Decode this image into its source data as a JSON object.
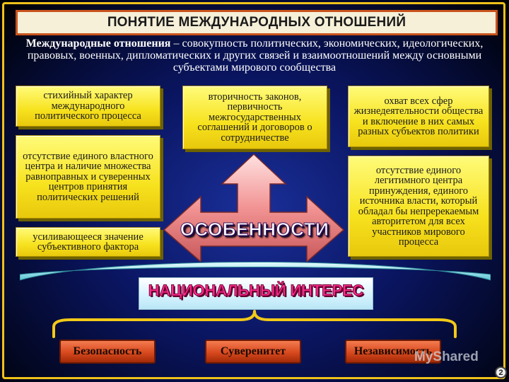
{
  "slide": {
    "title": "ПОНЯТИЕ МЕЖДУНАРОДНЫХ ОТНОШЕНИЙ",
    "definition_term": "Международные отношения",
    "definition_dash": " – ",
    "definition_body": "совокупность политических, экономических, идеологических, правовых, военных, дипломатических и других связей и взаимоотношений между основными субъектами мирового сообщества"
  },
  "features": {
    "left": [
      "стихийный характер международного политического процесса",
      "отсутствие единого властного центра и наличие множества равноправных и суверенных центров принятия политических решений",
      "усиливающееся значение субъективного фактора"
    ],
    "center": "вторичность законов, первичность межгосударственных соглашений и договоров о сотрудничестве",
    "right": [
      "охват всех сфер жизнедеятельности общества и включение в них самых разных субъектов политики",
      "отсутствие единого легитимного центра принуждения, единого источника власти, который обладал бы непререкаемым авторитетом для всех участников мирового процесса"
    ],
    "center_label": "ОСОБЕННОСТИ"
  },
  "national_interest": {
    "label": "НАЦИОНАЛЬНЫЙ ИНТЕРЕС",
    "items": [
      "Безопасность",
      "Суверенитет",
      "Независимость"
    ]
  },
  "watermark": "MyShared",
  "page_number": "2",
  "colors": {
    "frame": "#f0c21a",
    "feature_box": "#f7e21e",
    "arrow": "#f08a8a",
    "national_label": "#ff2f8f",
    "bottom_box": "#d8491e"
  }
}
